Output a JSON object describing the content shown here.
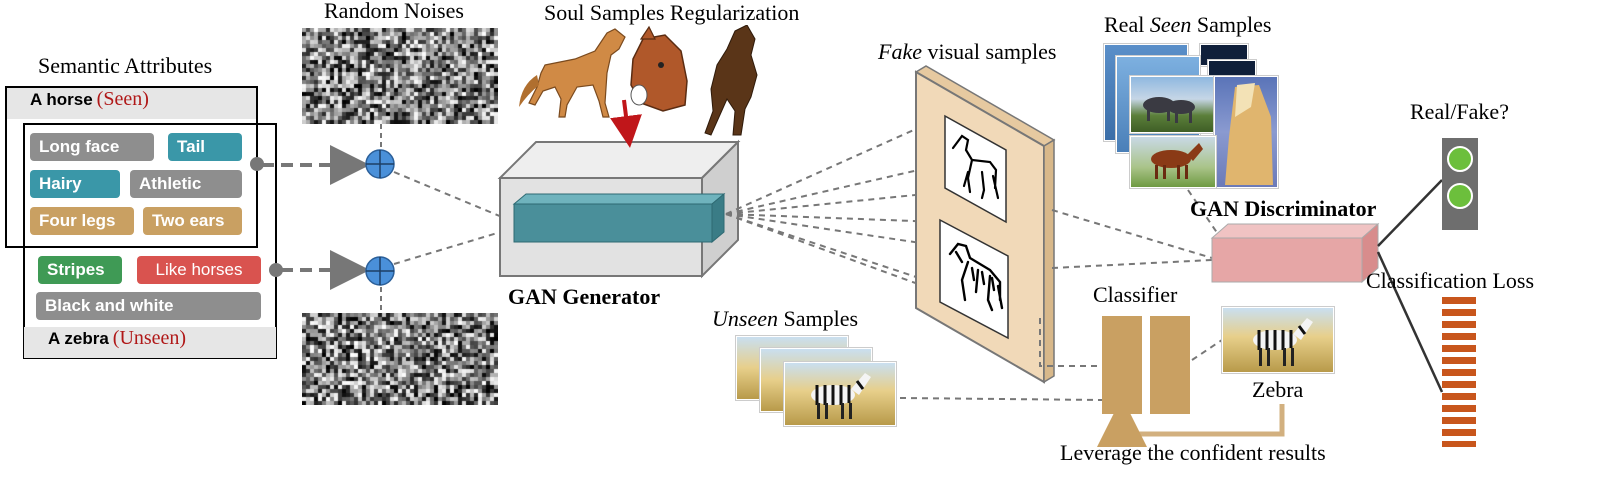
{
  "labels": {
    "random_noises": "Random Noises",
    "soul_samples": "Soul Samples Regularization",
    "semantic_attributes": "Semantic Attributes",
    "horse_name": "A horse",
    "horse_tag": "(Seen)",
    "zebra_name": "A zebra",
    "zebra_tag": "(Unseen)",
    "gan_generator": "GAN Generator",
    "fake_visual_italic": "Fake",
    "fake_visual_rest": " visual samples",
    "real_seen_prefix": "Real ",
    "real_seen_italic": "Seen",
    "real_seen_suffix": " Samples",
    "gan_discriminator": "GAN Discriminator",
    "real_fake": "Real/Fake?",
    "classification_loss": "Classification Loss",
    "classifier": "Classifier",
    "unseen_italic": "Unseen",
    "unseen_rest": " Samples",
    "zebra_label": "Zebra",
    "leverage": "Leverage the confident results"
  },
  "horse_attributes": [
    {
      "label": "Long face",
      "color": "#8e8e8e"
    },
    {
      "label": "Tail",
      "color": "#3a97a8"
    },
    {
      "label": "Hairy",
      "color": "#3a97a8"
    },
    {
      "label": "Athletic",
      "color": "#8e8e8e"
    },
    {
      "label": "Four legs",
      "color": "#c9a062"
    },
    {
      "label": "Two ears",
      "color": "#c9a062"
    }
  ],
  "zebra_attributes": [
    {
      "label": "Stripes",
      "color": "#3f9a55"
    },
    {
      "label": "Like horses",
      "color": "#d9534f"
    },
    {
      "label": "Black and white",
      "color": "#8e8e8e"
    }
  ],
  "colors": {
    "generator_inner": "#4a8f9a",
    "discriminator": "#e6a6a6",
    "panel": "#f1d9b8",
    "classifier": "#c9a062",
    "indicator_green": "#6cbf3c",
    "loss_orange": "#c8561c",
    "arrow_red": "#c0161a",
    "plus_blue": "#4a90d9"
  }
}
